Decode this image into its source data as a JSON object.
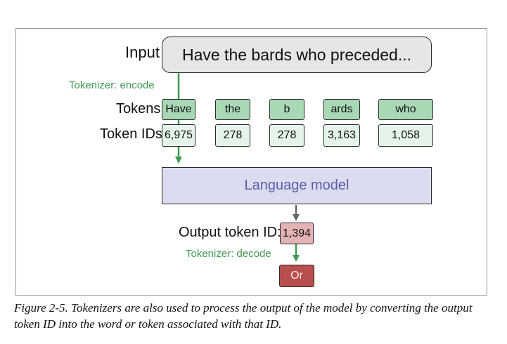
{
  "diagram": {
    "input_label": "Input",
    "input_text": "Have the bards who preceded...",
    "encode_label": "Tokenizer: encode",
    "tokens_label": "Tokens",
    "token_ids_label": "Token IDs",
    "tokens": [
      {
        "text": "Have",
        "id": "6,975"
      },
      {
        "text": "the",
        "id": "278"
      },
      {
        "text": "b",
        "id": "278"
      },
      {
        "text": "ards",
        "id": "3,163"
      },
      {
        "text": "who",
        "id": "1,058"
      }
    ],
    "model_label": "Language model",
    "output_id_label": "Output token ID:",
    "output_id": "1,394",
    "decode_label": "Tokenizer: decode",
    "output_token": "Or"
  },
  "caption": "Figure 2-5. Tokenizers are also used to process the output of the model by converting the output token ID into the word or token associated with that ID.",
  "colors": {
    "green_arrow": "#3f9a52",
    "gray_arrow": "#666666",
    "token_fill": "#a9d8b5",
    "token_id_fill": "#e4f4e8",
    "model_fill": "#dcdcf1",
    "output_id_fill": "#e5b3b3",
    "output_token_fill": "#b94e4e"
  }
}
